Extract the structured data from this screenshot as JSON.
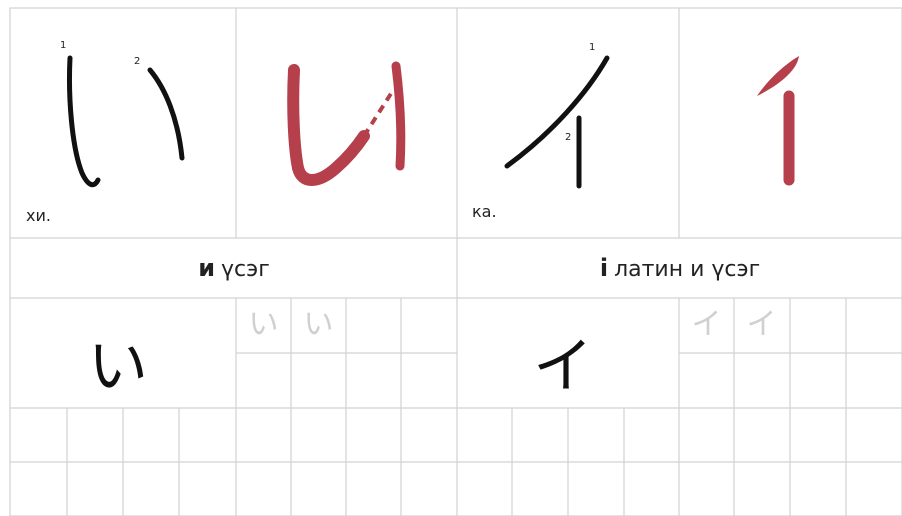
{
  "left": {
    "reading_label": "хи.",
    "title_bold": "и",
    "title_rest": "үсэг",
    "kana": "い",
    "stroke_numbers": [
      "1",
      "2"
    ],
    "trace_chars": [
      "い",
      "い"
    ]
  },
  "right": {
    "reading_label": "ка.",
    "title_bold": "i",
    "title_rest": "латин и үсэг",
    "kana": "イ",
    "stroke_numbers": [
      "1",
      "2"
    ],
    "trace_chars": [
      "イ",
      "イ"
    ]
  },
  "colors": {
    "ink": "#111111",
    "accent": "#b5404b",
    "grid": "#d2d2d2",
    "trace": "#d0d0d0"
  }
}
